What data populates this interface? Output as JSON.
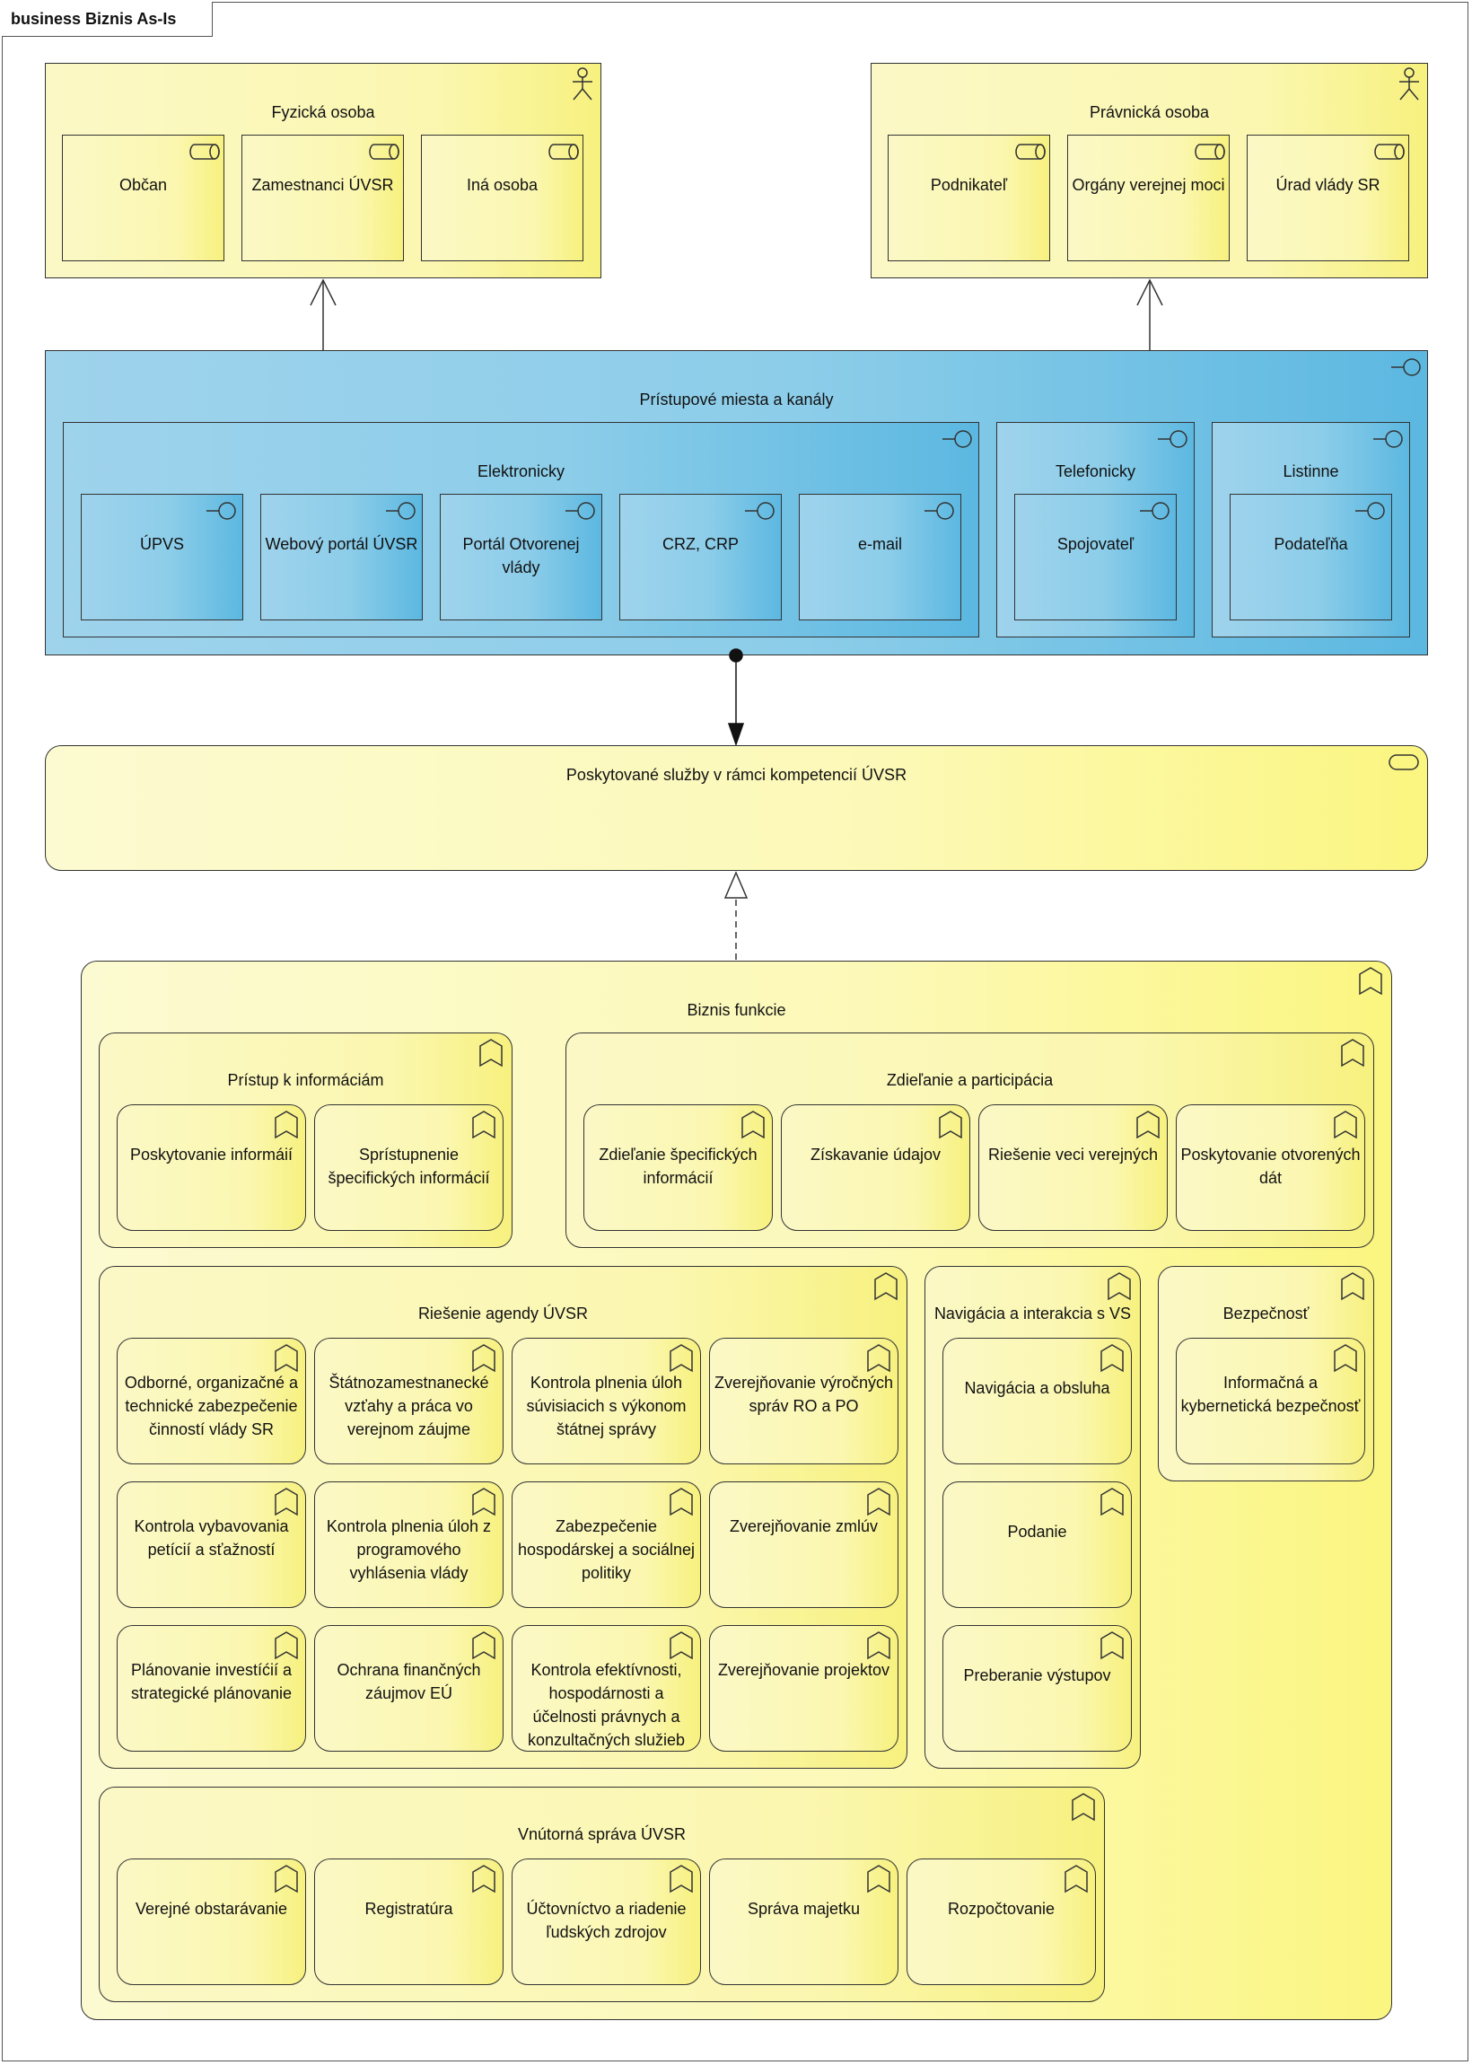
{
  "frame": {
    "title": "business Biznis As-Is"
  },
  "actors": {
    "fyzicka": {
      "title": "Fyzická osoba",
      "roles": [
        "Občan",
        "Zamestnanci ÚVSR",
        "Iná osoba"
      ]
    },
    "pravnicka": {
      "title": "Právnická osoba",
      "roles": [
        "Podnikateľ",
        "Orgány verejnej moci",
        "Úrad vlády SR"
      ]
    }
  },
  "access": {
    "title": "Prístupové miesta a kanály",
    "electronic": {
      "title": "Elektronicky",
      "items": [
        "ÚPVS",
        "Webový portál ÚVSR",
        "Portál Otvorenej vlády",
        "CRZ, CRP",
        "e-mail"
      ]
    },
    "phone": {
      "title": "Telefonicky",
      "items": [
        "Spojovateľ"
      ]
    },
    "paper": {
      "title": "Listinne",
      "items": [
        "Podateľňa"
      ]
    }
  },
  "services": {
    "title": "Poskytované služby v rámci kompetencií ÚVSR"
  },
  "functions": {
    "title": "Biznis funkcie",
    "pristup": {
      "title": "Prístup k informáciám",
      "items": [
        "Poskytovanie informáií",
        "Sprístupnenie špecifických informácií"
      ]
    },
    "zdielanie": {
      "title": "Zdieľanie a participácia",
      "items": [
        "Zdieľanie špecifických informácií",
        "Získavanie údajov",
        "Riešenie veci verejných",
        "Poskytovanie otvorených dát"
      ]
    },
    "agenda": {
      "title": "Riešenie agendy ÚVSR",
      "items": [
        "Odborné, organizačné a technické zabezpečenie činností vlády SR",
        "Štátnozamestnanecké vzťahy a práca vo verejnom záujme",
        "Kontrola plnenia úloh súvisiacich s výkonom štátnej správy",
        "Zverejňovanie výročných správ RO a PO",
        "Kontrola vybavovania petícií a sťažností",
        "Kontrola plnenia úloh z programového vyhlásenia vlády",
        "Zabezpečenie hospodárskej a sociálnej politiky",
        "Zverejňovanie zmlúv",
        "Plánovanie investíćií a strategické plánovanie",
        "Ochrana finančných záujmov EÚ",
        "Kontrola efektívnosti, hospodárnosti a účelnosti právnych a konzultačných služieb",
        "Zverejňovanie projektov"
      ]
    },
    "navigacia": {
      "title": "Navigácia a interakcia s VS",
      "items": [
        "Navigácia a obsluha",
        "Podanie",
        "Preberanie výstupov"
      ]
    },
    "bezpecnost": {
      "title": "Bezpečnosť",
      "items": [
        "Informačná a kybernetická bezpečnosť"
      ]
    },
    "vnutorna": {
      "title": "Vnútorná správa ÚVSR",
      "items": [
        "Verejné obstarávanie",
        "Registratúra",
        "Účtovníctvo a riadenie ľudských zdrojov",
        "Správa majetku",
        "Rozpočtovanie"
      ]
    }
  },
  "icons": {
    "actor": "actor-stick-figure-icon",
    "role": "role-cylinder-icon",
    "interface": "interface-lollipop-icon",
    "service": "service-pill-icon",
    "function": "function-bookmark-icon"
  },
  "colors": {
    "business_yellow": "#fbf7b0",
    "application_blue": "#8ccde9",
    "border": "#333333"
  }
}
